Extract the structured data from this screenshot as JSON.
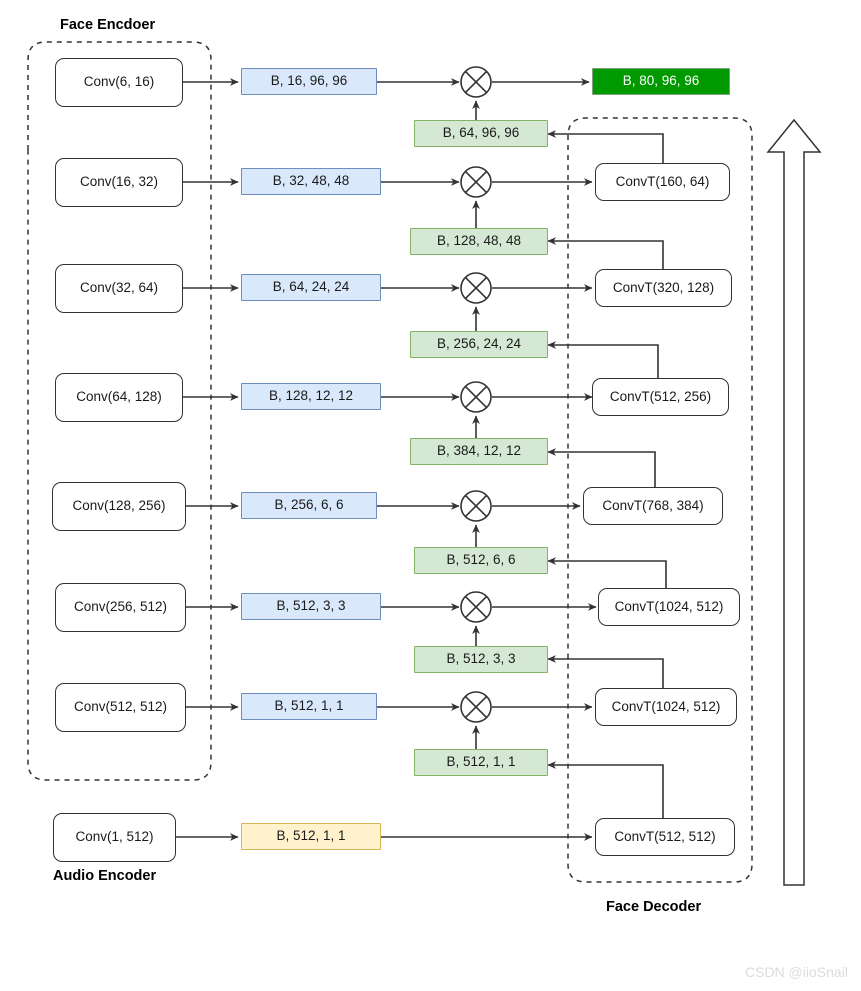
{
  "diagram": {
    "title_encoder": "Face Encdoer",
    "title_decoder": "Face Decoder",
    "title_audio": "Audio Encoder",
    "watermark": "CSDN @iioSnail",
    "colors": {
      "blue_fill": "#dae8fc",
      "blue_stroke": "#6c8ebf",
      "green_fill": "#d5e8d4",
      "green_stroke": "#82b366",
      "orange_fill": "#fff2cc",
      "orange_stroke": "#d6b656",
      "output_fill": "#009900",
      "stroke": "#333333"
    }
  },
  "encoder": {
    "layers": [
      {
        "label": "Conv(6, 16)",
        "out": "B, 16, 96, 96"
      },
      {
        "label": "Conv(16, 32)",
        "out": "B, 32, 48, 48"
      },
      {
        "label": "Conv(32, 64)",
        "out": "B, 64, 24, 24"
      },
      {
        "label": "Conv(64, 128)",
        "out": "B, 128, 12, 12"
      },
      {
        "label": "Conv(128, 256)",
        "out": "B, 256, 6, 6"
      },
      {
        "label": "Conv(256, 512)",
        "out": "B, 512, 3, 3"
      },
      {
        "label": "Conv(512, 512)",
        "out": "B, 512, 1, 1"
      }
    ]
  },
  "audio": {
    "layer": "Conv(1, 512)",
    "out": "B, 512, 1, 1"
  },
  "decoder": {
    "layers": [
      {
        "label": "ConvT(160, 64)",
        "skip": "B, 64, 96, 96"
      },
      {
        "label": "ConvT(320, 128)",
        "skip": "B, 128, 48, 48"
      },
      {
        "label": "ConvT(512, 256)",
        "skip": "B, 256, 24, 24"
      },
      {
        "label": "ConvT(768, 384)",
        "skip": "B, 384, 12, 12"
      },
      {
        "label": "ConvT(1024, 512)",
        "skip": "B, 512, 6, 6"
      },
      {
        "label": "ConvT(1024, 512)",
        "skip": "B, 512, 3, 3"
      },
      {
        "label": "ConvT(512, 512)",
        "skip": "B, 512, 1, 1"
      }
    ]
  },
  "output": {
    "label": "B, 80, 96, 96"
  },
  "operators": {
    "merge": "concat-multiply"
  }
}
